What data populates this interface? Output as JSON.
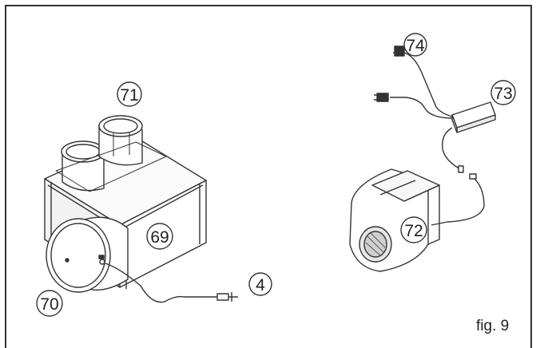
{
  "figure": {
    "caption": "fig. 9",
    "callouts": {
      "c4": "4",
      "c69": "69",
      "c70": "70",
      "c71": "71",
      "c72": "72",
      "c73": "73",
      "c74": "74"
    }
  }
}
